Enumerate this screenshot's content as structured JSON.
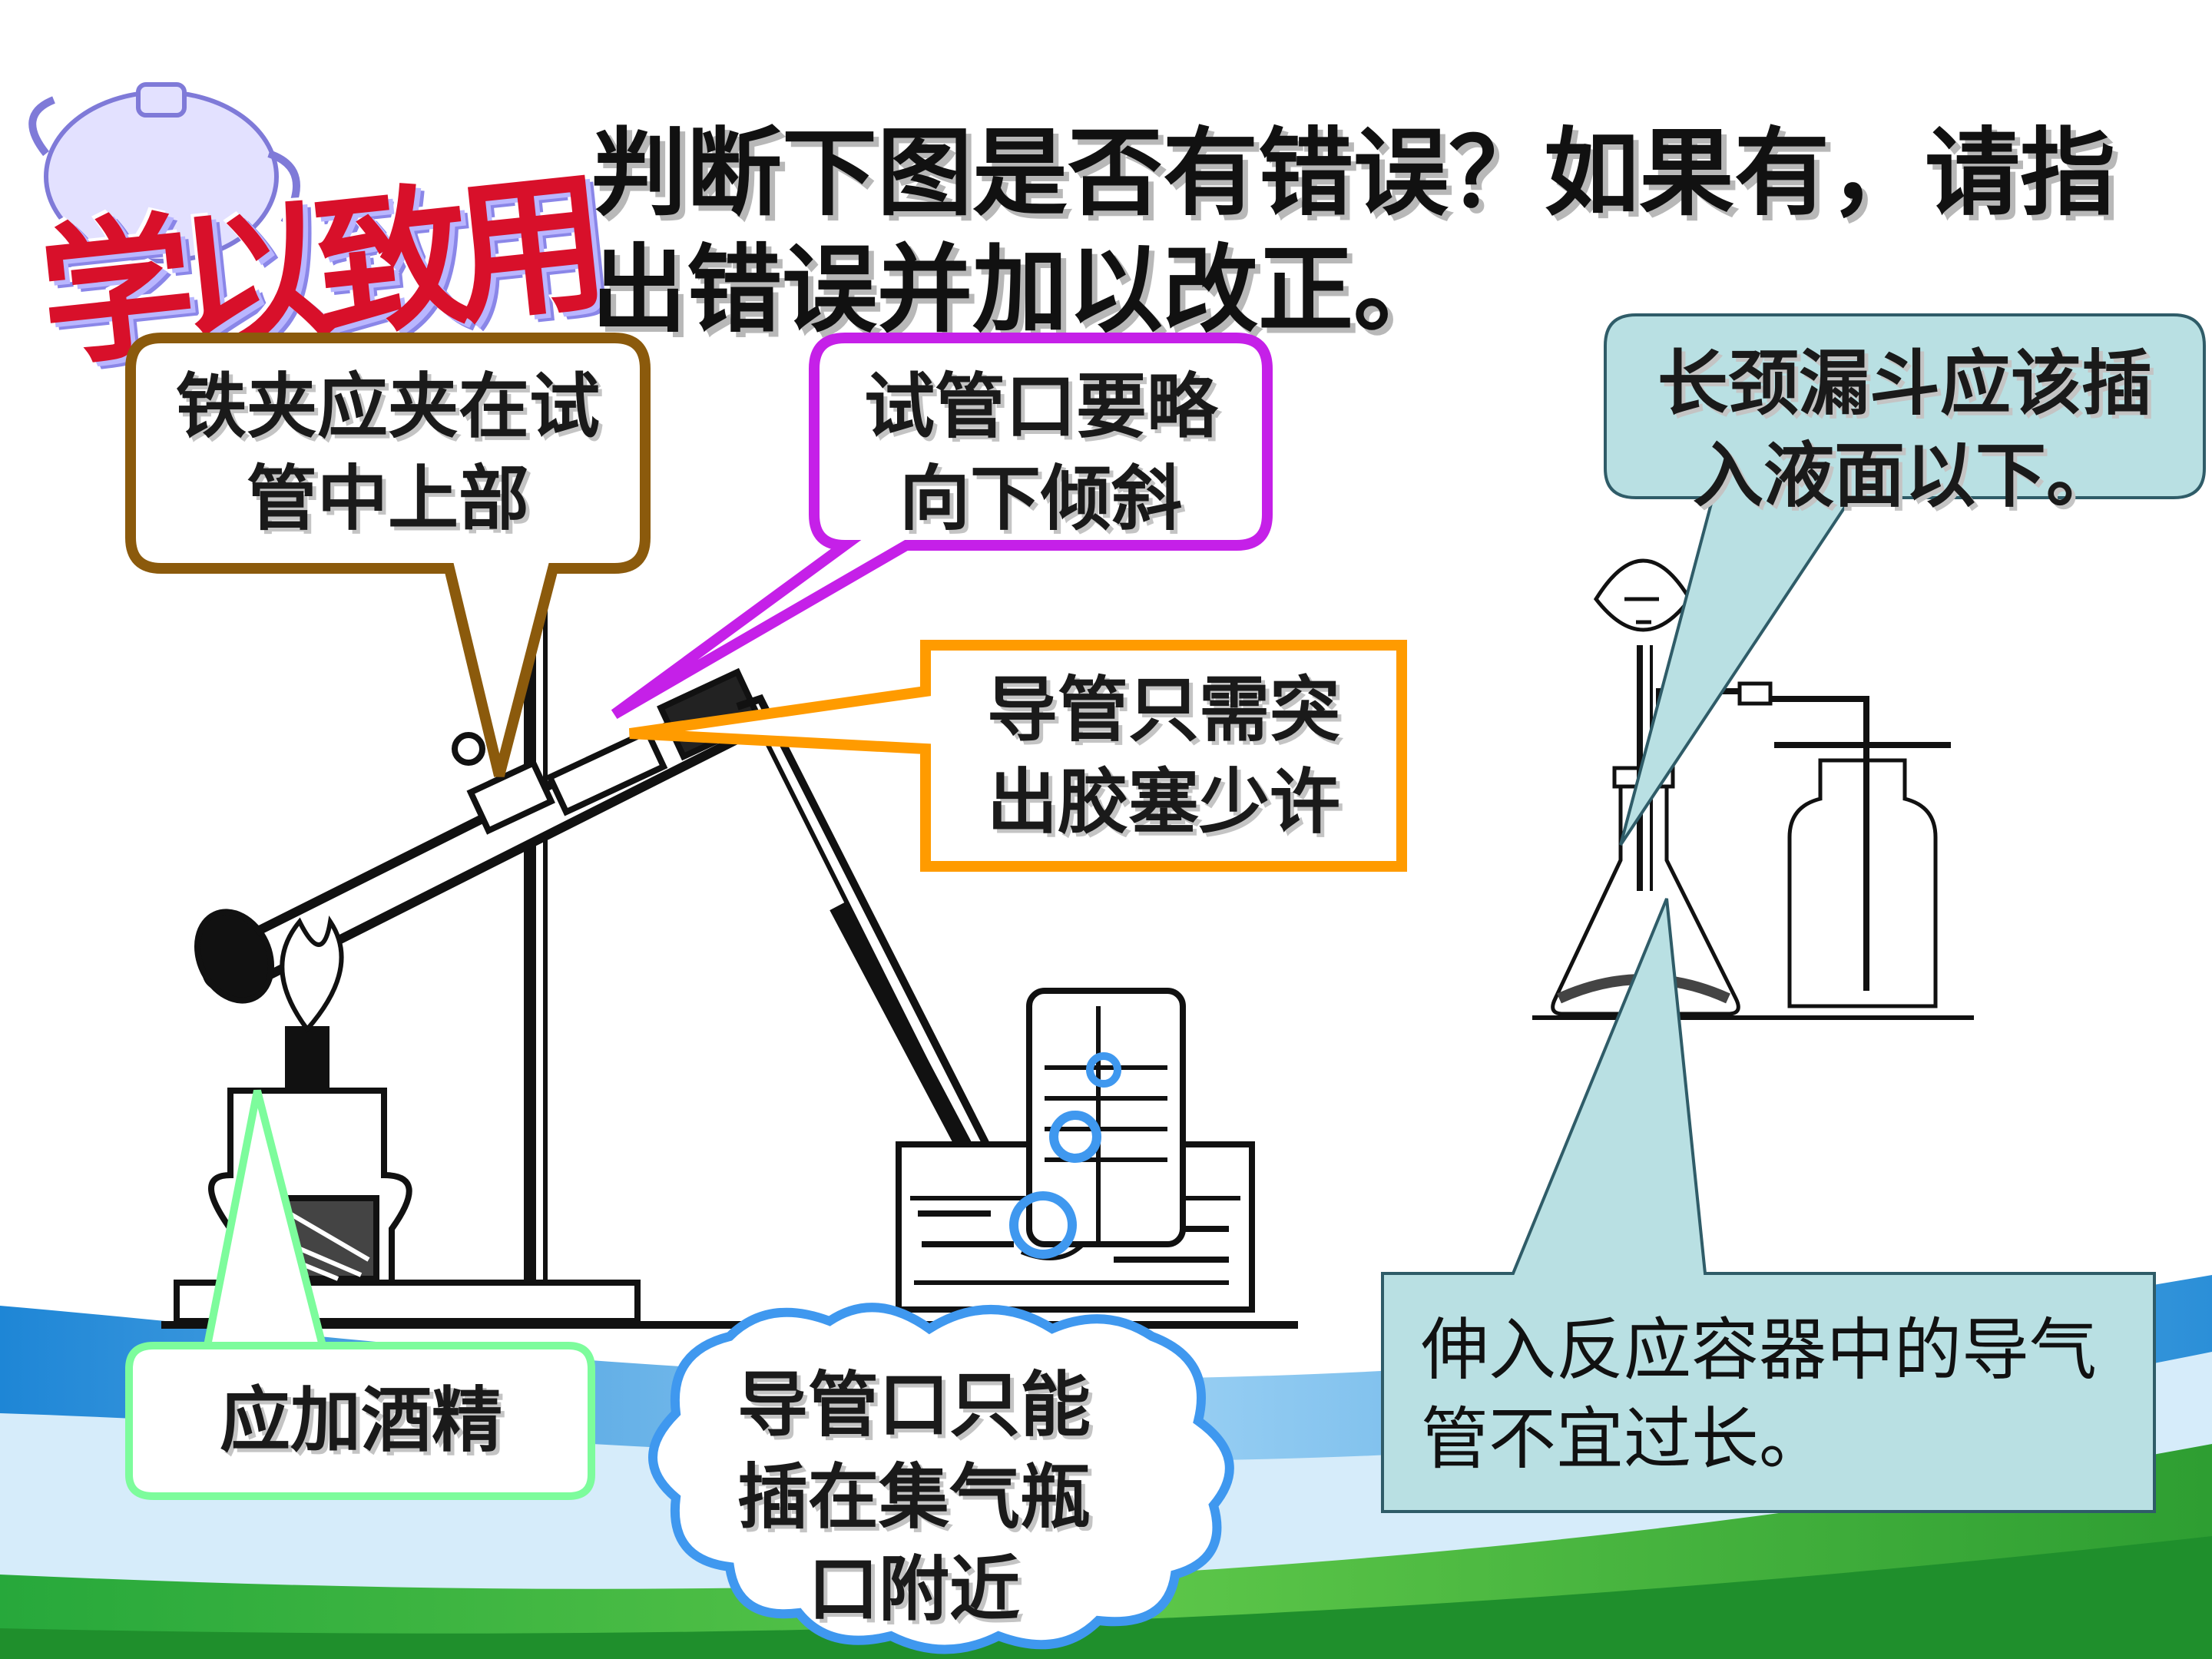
{
  "logo": {
    "text": "学以致用"
  },
  "title": {
    "text": "判断下图是否有错误？如果有，请指出错误并加以改正。"
  },
  "callouts": {
    "iron_clamp": "铁夹应夹在试管中上部",
    "tube_mouth": "试管口要略向下倾斜",
    "conduit_length": "导管只需突出胶塞少许",
    "alcohol": "应加酒精",
    "collection": "导管口只能插在集气瓶口附近",
    "funnel": "长颈漏斗应该插入液面以下。",
    "gas_tube": "伸入反应容器中的导气管不宜过长。"
  },
  "colors": {
    "brown": "#8b5a0c",
    "magenta": "#c520e8",
    "orange": "#ff9b00",
    "green": "#7dfc9c",
    "cloud": "#3f98ef",
    "teal_fill": "#b9e0e3",
    "teal_stroke": "#2f5c68"
  }
}
